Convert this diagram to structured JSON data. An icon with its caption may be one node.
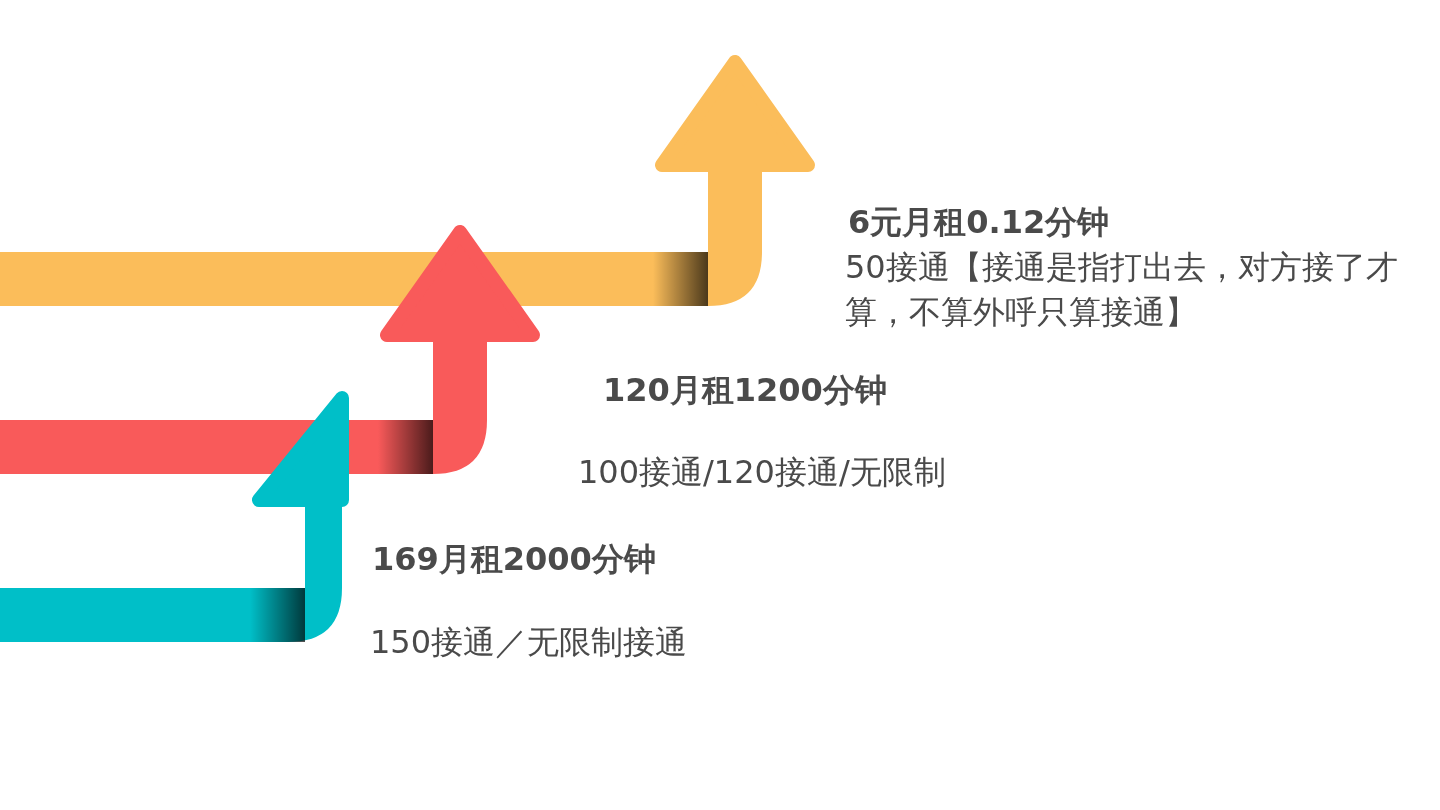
{
  "diagram": {
    "labels": [
      "6元月租0.12分钟",
      "50接通【接通是指打出去，对方接了才算，不算外呼只算接通】",
      "120月租1200分钟",
      "100接通/120接通/无限制",
      "169月租2000分钟",
      "150接通／无限制接通"
    ]
  }
}
